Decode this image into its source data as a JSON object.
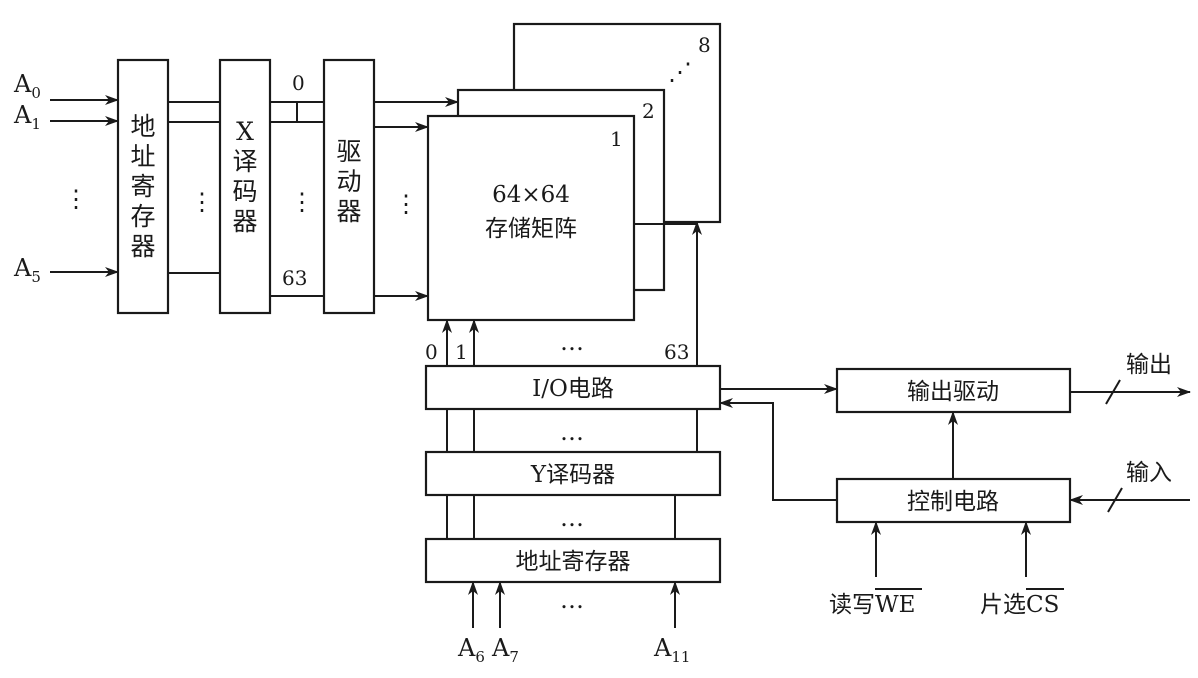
{
  "address_inputs_x": {
    "a0": {
      "base": "A",
      "sub": "0"
    },
    "a1": {
      "base": "A",
      "sub": "1"
    },
    "a5": {
      "base": "A",
      "sub": "5"
    }
  },
  "address_inputs_y": {
    "a6": {
      "base": "A",
      "sub": "6"
    },
    "a7": {
      "base": "A",
      "sub": "7"
    },
    "a11": {
      "base": "A",
      "sub": "11"
    }
  },
  "boxes": {
    "addr_reg_x": [
      "地",
      "址",
      "寄",
      "存",
      "器"
    ],
    "x_decoder": [
      "X",
      "译",
      "码",
      "器"
    ],
    "driver": [
      "驱",
      "动",
      "器"
    ],
    "matrix_line1": "64×64",
    "matrix_line2": "存储矩阵",
    "io_circuit": "I/O电路",
    "y_decoder": "Y译码器",
    "addr_reg_y": "地址寄存器",
    "output_driver": "输出驱动",
    "control_circuit": "控制电路"
  },
  "plane_numbers": {
    "p1": "1",
    "p2": "2",
    "p8": "8"
  },
  "line_numbers": {
    "x_first": "0",
    "x_last": "63",
    "col0": "0",
    "col1": "1",
    "col63": "63"
  },
  "ellipsis": {
    "h": "…",
    "v": "⋮",
    "diag": "⋰"
  },
  "signals": {
    "output": "输出",
    "input": "输入",
    "we_prefix": "读写",
    "we_bar": "WE",
    "cs_prefix": "片选",
    "cs_bar": "CS"
  }
}
